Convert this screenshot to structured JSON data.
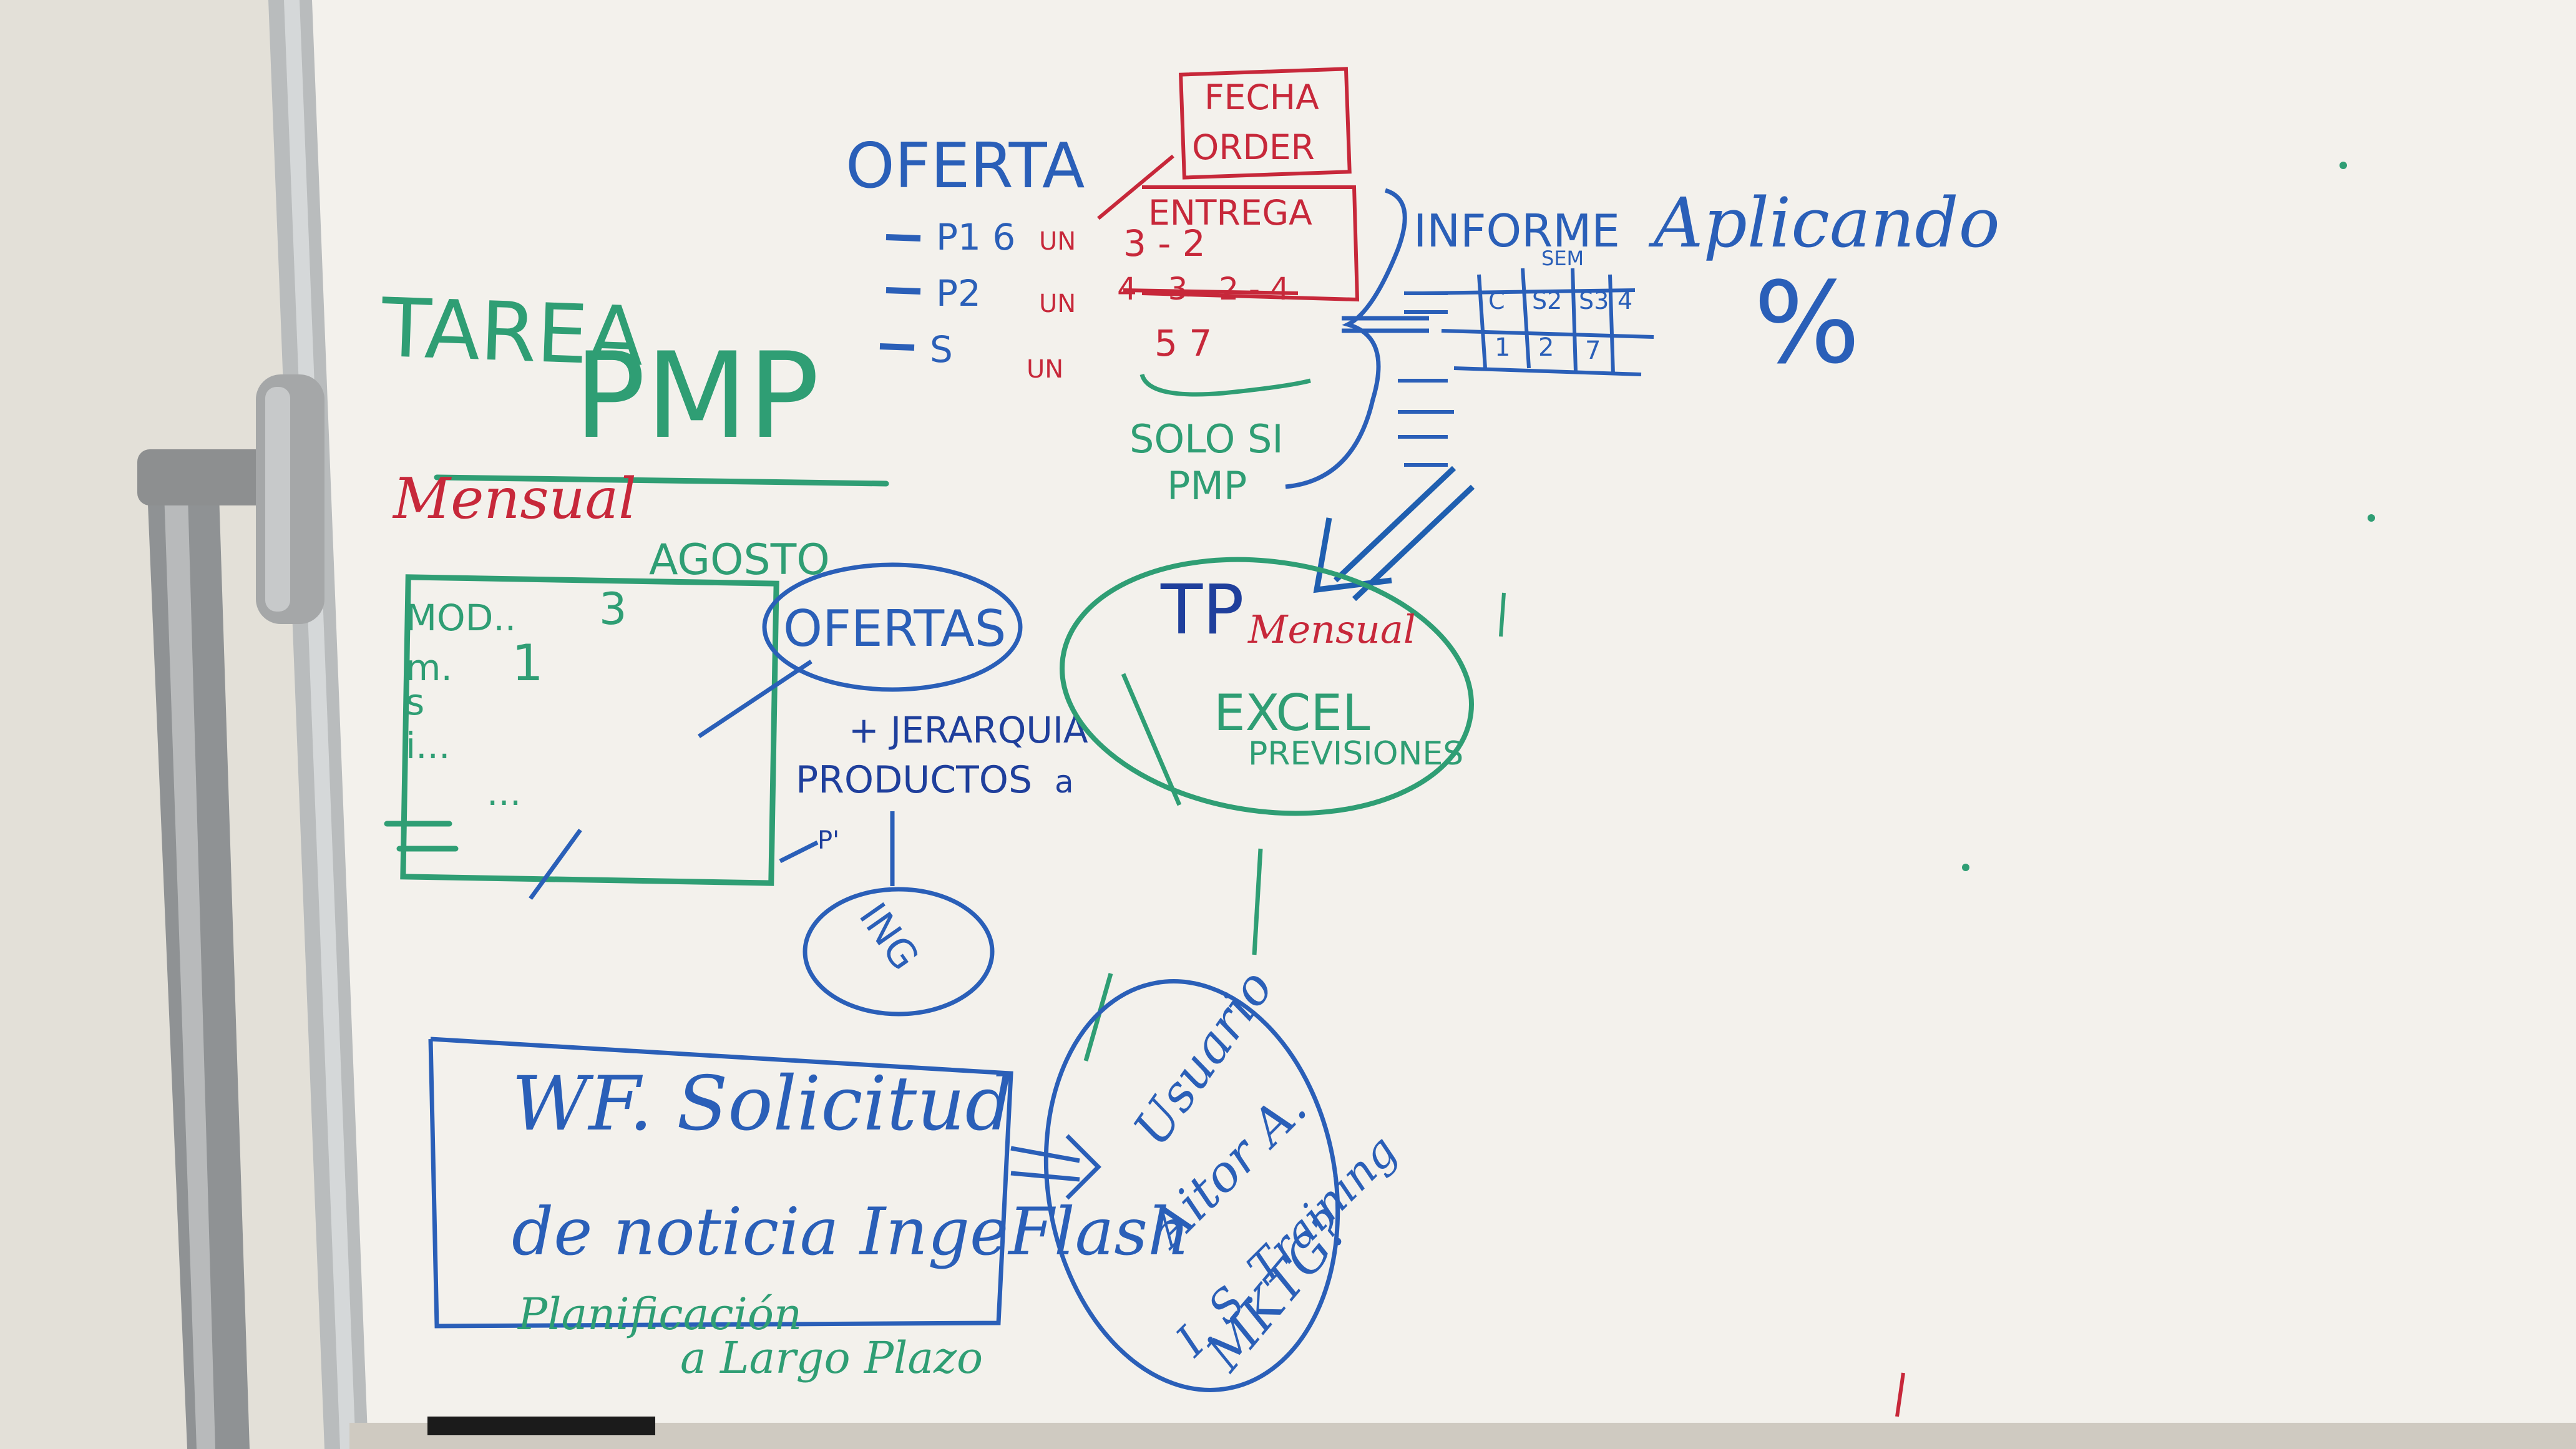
{
  "colors": {
    "wall": "#e4e1da",
    "board": "#f4f2ed",
    "frame": "#b7b8b7",
    "stand": "#9c9ea0",
    "blue": "#2a5fb8",
    "darkblue": "#1f3f9c",
    "green": "#2f9e74",
    "red": "#c7283a"
  },
  "board": {
    "tarea": "TAREA",
    "pmp_big": "PMP",
    "mensual_red": "Mensual",
    "agosto": "AGOSTO",
    "list_green": [
      "MOD..",
      "m.",
      "s",
      "i...",
      "..."
    ],
    "list_nums": [
      "3",
      "1"
    ],
    "ofertas_bubble": "OFERTAS",
    "jerarquia": "+ JERARQUIA",
    "productos": "PRODUCTOS",
    "productos_sub": "a",
    "p_marker": "P'",
    "ing_bubble": "ING",
    "oferta_title": "OFERTA",
    "fecha_order": [
      "FECHA",
      "ORDER"
    ],
    "entrega": "ENTREGA",
    "oferta_rows": [
      {
        "code": "P1 6",
        "unit": "UN",
        "vals": "3 - 2"
      },
      {
        "code": "P2",
        "unit": "UN",
        "vals": "4 - 3 - 2 - 4"
      },
      {
        "code": "S",
        "unit": "UN",
        "vals": "5   7"
      }
    ],
    "solo_si": "SOLO SI",
    "pmp_small": "PMP",
    "informe": "INFORME",
    "informe_sub": "SEM",
    "informe_headers": [
      "C",
      "S2",
      "S3",
      "4"
    ],
    "informe_values": [
      "1",
      "2",
      "7"
    ],
    "aplicando": "Aplicando",
    "percent": "%",
    "tp": "TP",
    "tp_mensual": "Mensual",
    "excel": "EXCEL",
    "previsiones": "PREVISIONES",
    "wf_lines": [
      "WF. Solicitud",
      "de noticia IngeFlash"
    ],
    "planificacion": [
      "Planificación",
      "a Largo Plazo"
    ],
    "usuario_lines": [
      "Usuario",
      "Aitor A.",
      "I. S. Training",
      "MKTG?"
    ]
  }
}
